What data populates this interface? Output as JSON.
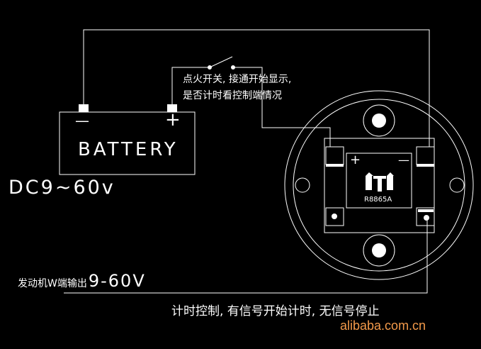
{
  "battery": {
    "label": "BATTERY",
    "neg_symbol": "—",
    "pos_symbol": "+"
  },
  "voltage_note": "DC9~60v",
  "ignition_note": {
    "line1": "点火开关, 接通开始显示,",
    "line2": "是否计时看控制端情况"
  },
  "engine_note": {
    "prefix": "发动机W端输出",
    "voltage": "9-60V"
  },
  "control_note": "计时控制, 有信号开始计时, 无信号停止",
  "device": {
    "pos_symbol": "+",
    "neg_symbol": "—",
    "model": "R8865A"
  },
  "watermark": "alibaba.com.cn",
  "colors": {
    "background": "#000000",
    "line": "#ffffff",
    "watermark": "#f39a4a"
  }
}
